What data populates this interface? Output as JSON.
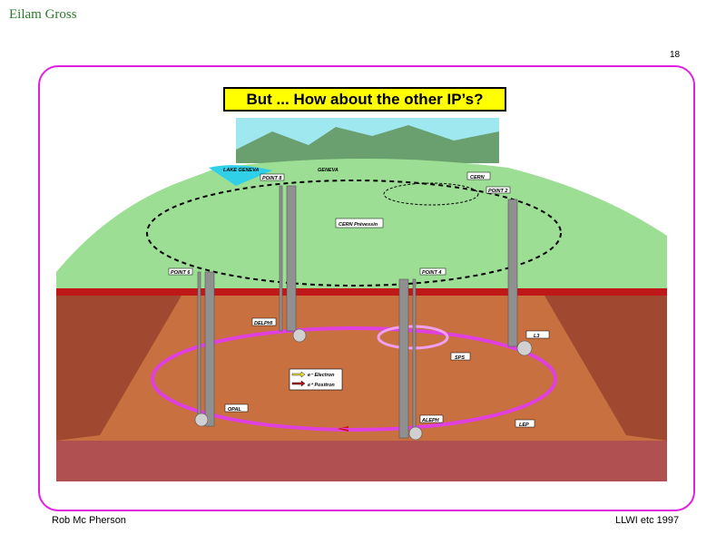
{
  "header": {
    "author": "Eilam Gross",
    "page_number": "18"
  },
  "slide": {
    "title": "But ... How about the other IP’s?"
  },
  "diagram": {
    "surface_labels": {
      "lake": "LAKE GENEVA",
      "city": "GENEVA",
      "point8": "POINT 8",
      "cern": "CERN",
      "point2": "POINT 2",
      "prevessin": "CERN Prévessin",
      "point6": "POINT 6",
      "point4": "POINT 4"
    },
    "underground_labels": {
      "delphi": "DELPHI",
      "l3": "L3",
      "sps": "SPS",
      "opal": "OPAL",
      "aleph": "ALEPH",
      "lep": "LEP"
    },
    "legend": {
      "electron": "e⁻ Electron",
      "positron": "e⁺ Positron",
      "electron_color": "#e8e040",
      "positron_color": "#b01010"
    }
  },
  "footer": {
    "left": "Rob Mc Pherson",
    "right": "LLWI etc 1997"
  }
}
